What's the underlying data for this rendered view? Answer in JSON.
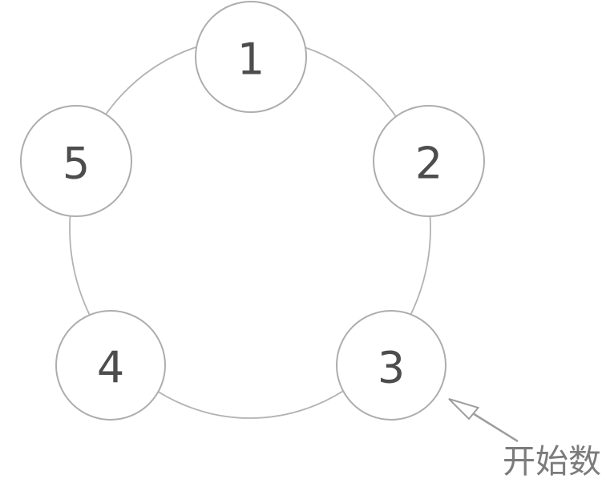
{
  "diagram": {
    "nodes": [
      {
        "label": "1"
      },
      {
        "label": "2"
      },
      {
        "label": "3"
      },
      {
        "label": "4"
      },
      {
        "label": "5"
      }
    ],
    "annotation": {
      "text": "开始数",
      "points_to_node": "3"
    },
    "colors": {
      "ring_stroke": "#b3b3b3",
      "circle_stroke": "#adadad",
      "number_text": "#4d4d4d",
      "arrow": "#9e9e9e",
      "annotation_text": "#7b7b7b",
      "background": "#ffffff"
    }
  }
}
